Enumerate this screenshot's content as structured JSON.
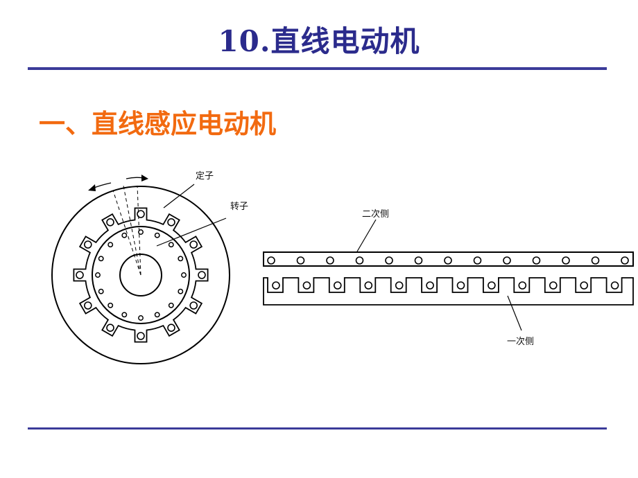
{
  "page": {
    "title": "10.直线电动机",
    "subtitle": "一、直线感应电动机"
  },
  "diagram": {
    "labels": {
      "stator": "定子",
      "rotor": "转子",
      "secondary": "二次侧",
      "primary": "一次侧"
    }
  },
  "colors": {
    "title": "#2b2b8c",
    "subtitle": "#f26a10",
    "rule": "#3b3b99",
    "line": "#000000"
  }
}
